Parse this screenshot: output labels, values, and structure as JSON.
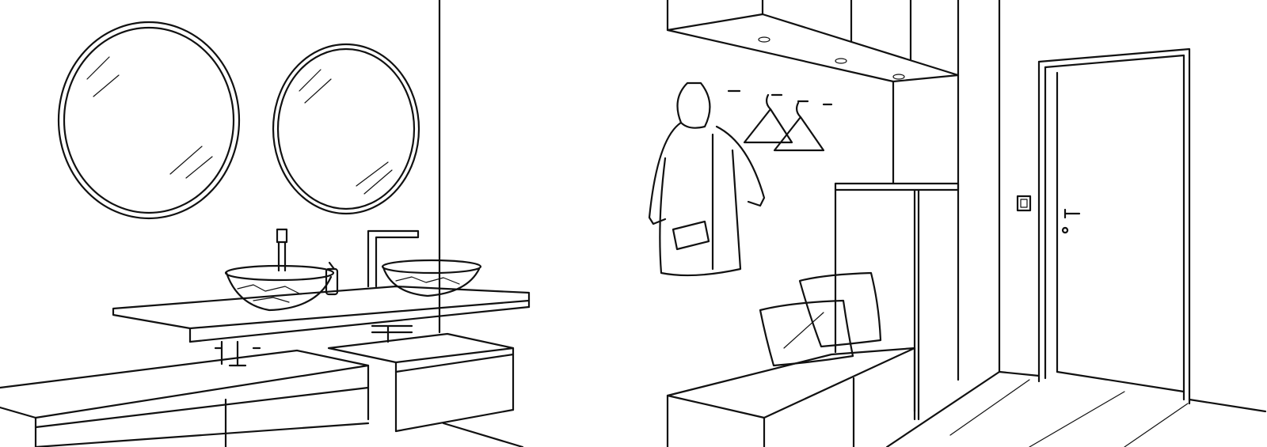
{
  "colors": {
    "line": "#111111",
    "background": "#ffffff"
  },
  "scene": {
    "elements": [
      "round-mirror",
      "round-mirror",
      "vessel-sink",
      "vessel-sink",
      "faucet",
      "faucet",
      "soap-bottle",
      "vanity-counter",
      "floating-cabinet",
      "coat-hooks",
      "hanging-coat",
      "hangers",
      "shelf",
      "bench",
      "cushions",
      "wardrobe",
      "door",
      "light-switch"
    ]
  }
}
